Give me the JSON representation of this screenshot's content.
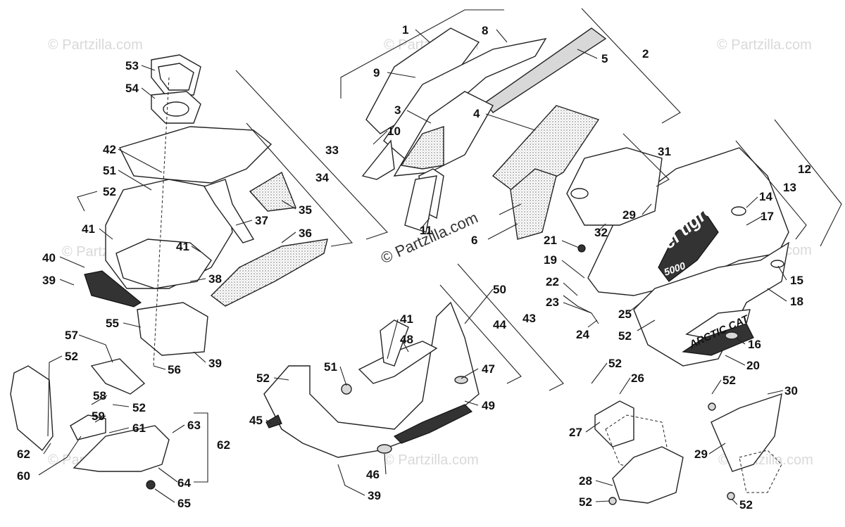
{
  "watermark": {
    "small": "© Partzilla.com",
    "main": "© Partzilla.com"
  },
  "decals": {
    "hood_logo": "el tigre",
    "hood_model": "5000",
    "side_logo": "ARCTIC CAT"
  },
  "callouts": {
    "c1": "1",
    "c2": "2",
    "c3": "3",
    "c4": "4",
    "c5": "5",
    "c6": "6",
    "c8": "8",
    "c9": "9",
    "c10": "10",
    "c11": "11",
    "c12": "12",
    "c13": "13",
    "c14": "14",
    "c15": "15",
    "c16": "16",
    "c17": "17",
    "c18": "18",
    "c19": "19",
    "c20": "20",
    "c21": "21",
    "c22": "22",
    "c23": "23",
    "c24": "24",
    "c25": "25",
    "c26": "26",
    "c27": "27",
    "c28": "28",
    "c29a": "29",
    "c29b": "29",
    "c30": "30",
    "c31": "31",
    "c32": "32",
    "c33": "33",
    "c34": "34",
    "c35": "35",
    "c36": "36",
    "c37": "37",
    "c38": "38",
    "c39a": "39",
    "c39b": "39",
    "c39c": "39",
    "c40": "40",
    "c41a": "41",
    "c41b": "41",
    "c41c": "41",
    "c42": "42",
    "c43": "43",
    "c44": "44",
    "c45": "45",
    "c46": "46",
    "c47": "47",
    "c48": "48",
    "c49": "49",
    "c50": "50",
    "c51a": "51",
    "c51b": "51",
    "c52a": "52",
    "c52b": "52",
    "c52c": "52",
    "c52d": "52",
    "c52e": "52",
    "c52f": "52",
    "c52g": "52",
    "c52h": "52",
    "c52i": "52",
    "c53": "53",
    "c54": "54",
    "c55": "55",
    "c56": "56",
    "c57": "57",
    "c58": "58",
    "c59": "59",
    "c60": "60",
    "c61": "61",
    "c62a": "62",
    "c62b": "62",
    "c63": "63",
    "c64": "64",
    "c65": "65"
  }
}
